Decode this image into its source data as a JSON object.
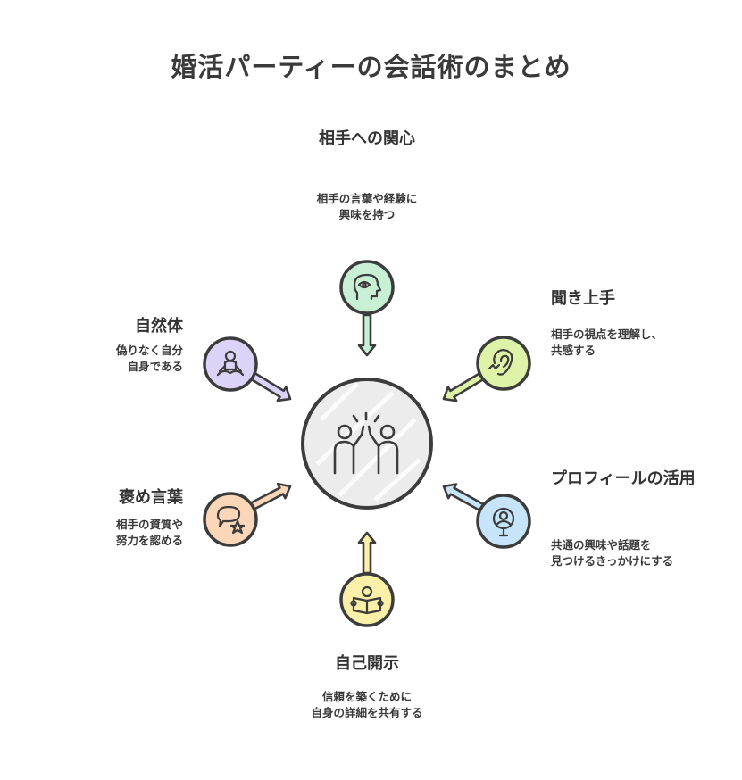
{
  "title": "婚活パーティーの会話術のまとめ",
  "center": {
    "icon": "high-five-icon"
  },
  "nodes": [
    {
      "id": "interest",
      "heading": "相手への関心",
      "desc_lines": [
        "相手の言葉や経験に",
        "興味を持つ"
      ],
      "icon": "head-eye-icon",
      "color": "#c8f0d4"
    },
    {
      "id": "listening",
      "heading": "聞き上手",
      "desc_lines": [
        "相手の視点を理解し、",
        "共感する"
      ],
      "icon": "ear-icon",
      "color": "#dff3a8"
    },
    {
      "id": "profile",
      "heading": "プロフィールの活用",
      "desc_lines": [
        "共通の興味や話題を",
        "見つけるきっかけにする"
      ],
      "icon": "person-search-icon",
      "color": "#c6e4fa"
    },
    {
      "id": "disclosure",
      "heading": "自己開示",
      "desc_lines": [
        "信頼を築くために",
        "自身の詳細を共有する"
      ],
      "icon": "reading-person-icon",
      "color": "#fbf0a8"
    },
    {
      "id": "praise",
      "heading": "褒め言葉",
      "desc_lines": [
        "相手の資質や",
        "努力を認める"
      ],
      "icon": "speech-star-icon",
      "color": "#fcd6b8"
    },
    {
      "id": "natural",
      "heading": "自然体",
      "desc_lines": [
        "偽りなく自分",
        "自身である"
      ],
      "icon": "meditation-icon",
      "color": "#dcd4f8"
    }
  ]
}
